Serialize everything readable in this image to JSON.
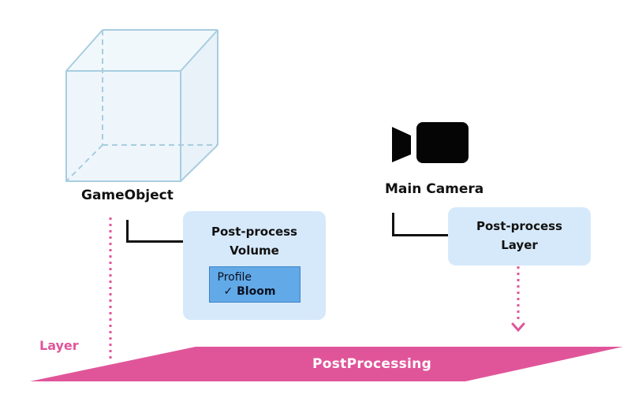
{
  "game_object": {
    "label": "GameObject",
    "volume_box": {
      "title_line1": "Post-process",
      "title_line2": "Volume",
      "profile_label": "Profile",
      "profile_item": "Bloom",
      "check_glyph": "✓"
    }
  },
  "camera": {
    "label": "Main Camera",
    "icon": "video-camera-icon",
    "layer_box": {
      "title_line1": "Post-process",
      "title_line2": "Layer"
    }
  },
  "layer_annotation": "Layer",
  "postprocessing_band": "PostProcessing",
  "colors": {
    "accent_pink": "#e0559a",
    "box_fill": "#d6e9fb",
    "profile_fill": "#62a9e8",
    "cube_edge": "#a8cde0"
  }
}
